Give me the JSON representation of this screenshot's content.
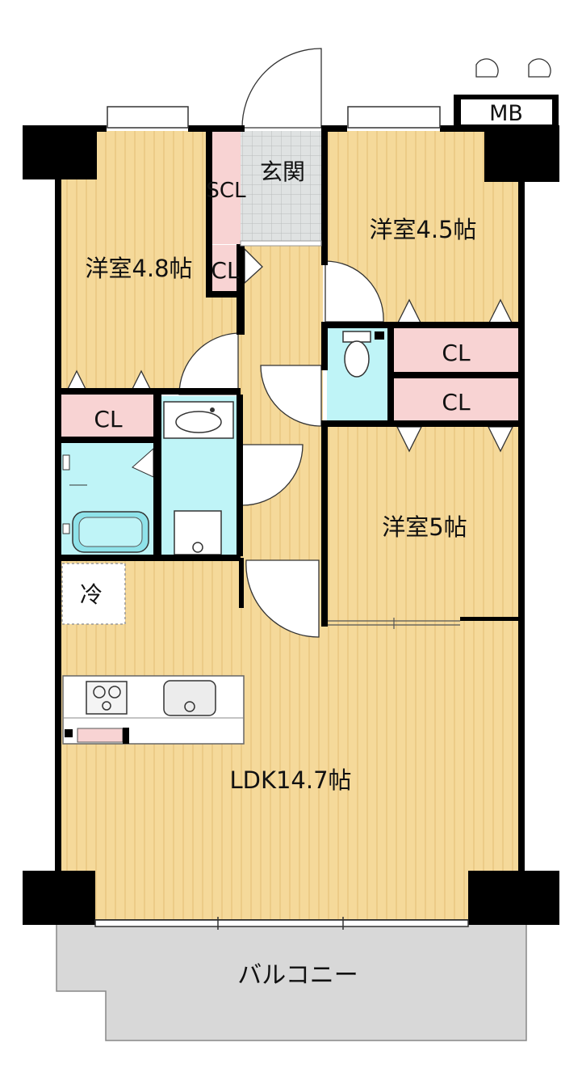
{
  "floor_plan": {
    "rooms": {
      "western_48": "洋室4.8帖",
      "western_45": "洋室4.5帖",
      "western_5": "洋室5帖",
      "ldk": "LDK14.7帖",
      "entrance": "玄関",
      "balcony": "バルコニー"
    },
    "storage": {
      "shoe_closet": "SCL",
      "closet_small": "CL",
      "closet_left": "CL",
      "closet_right_upper": "CL",
      "closet_right_lower": "CL",
      "meter_box": "MB"
    },
    "fixtures": {
      "fridge": "冷"
    },
    "colors": {
      "flooring": "#f5d99a",
      "flooring_stripe": "#e6c27a",
      "closet": "#f8d3d3",
      "wet_area": "#bff4f7",
      "entrance_tile": "#d9dcdc",
      "balcony": "#d8d8d8",
      "wall": "#000000"
    }
  }
}
